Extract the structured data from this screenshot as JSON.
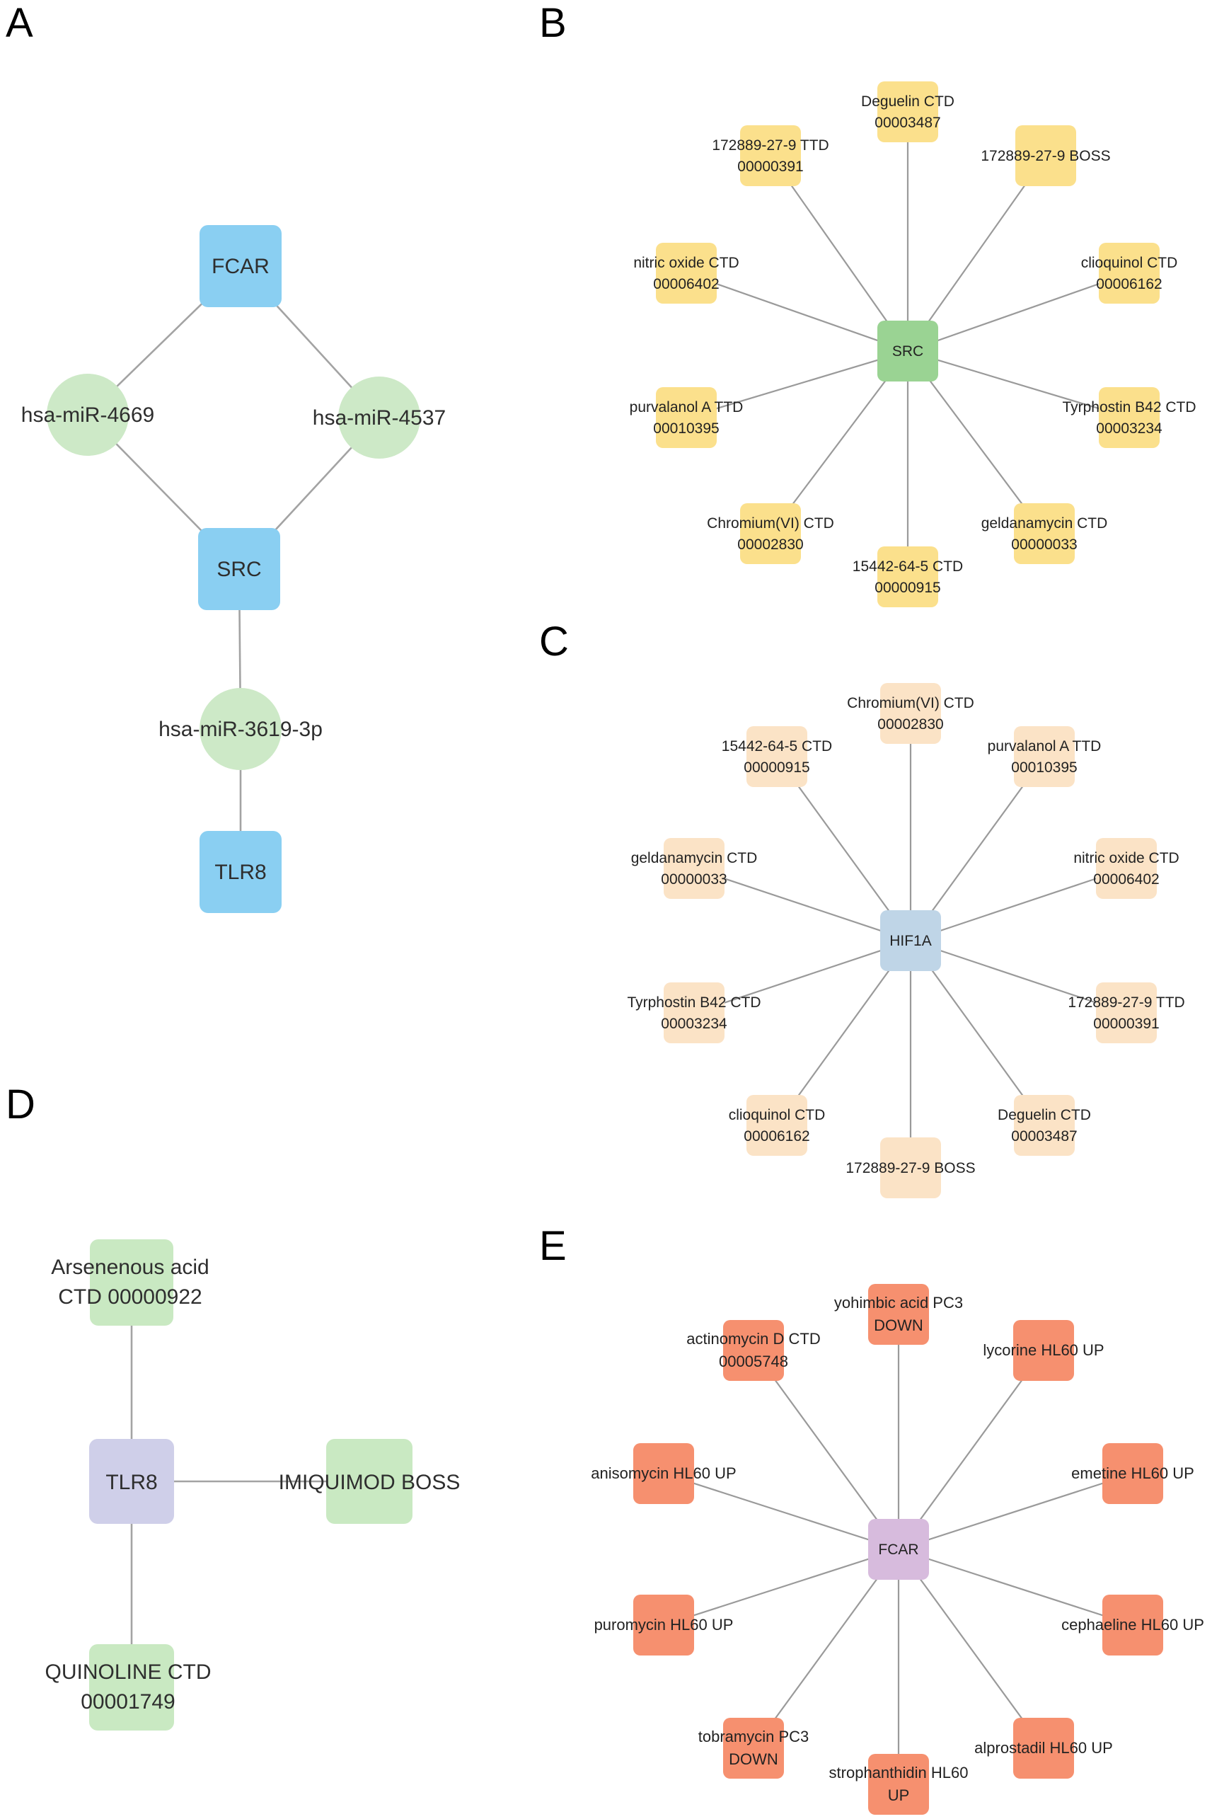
{
  "colors": {
    "gene_blue": "#8ACFF2",
    "mirna_green": "#CDE9C7",
    "drug_yellow": "#FBE08C",
    "src_green": "#9AD393",
    "drug_peach": "#FBE3C6",
    "hif_blue": "#BFD5E7",
    "tlr_lavender": "#CFCFE9",
    "drug_green": "#C9E9C2",
    "drug_orange": "#F6906F",
    "fcar_purple": "#D7BBDD"
  },
  "panels": {
    "A": {
      "label": "A",
      "nodes": {
        "fcar": "FCAR",
        "mir4669": "hsa-miR-4669",
        "mir4537": "hsa-miR-4537",
        "src": "SRC",
        "mir3619": "hsa-miR-3619-3p",
        "tlr8": "TLR8"
      }
    },
    "B": {
      "label": "B",
      "hub": "SRC",
      "drugs": [
        [
          "Deguelin CTD",
          "00003487"
        ],
        [
          "172889-27-9 BOSS"
        ],
        [
          "clioquinol CTD",
          "00006162"
        ],
        [
          "Tyrphostin B42 CTD",
          "00003234"
        ],
        [
          "geldanamycin CTD",
          "00000033"
        ],
        [
          "15442-64-5 CTD",
          "00000915"
        ],
        [
          "Chromium(VI) CTD",
          "00002830"
        ],
        [
          "purvalanol A TTD",
          "00010395"
        ],
        [
          "nitric oxide CTD",
          "00006402"
        ],
        [
          "172889-27-9 TTD",
          "00000391"
        ]
      ]
    },
    "C": {
      "label": "C",
      "hub": "HIF1A",
      "drugs": [
        [
          "Chromium(VI) CTD",
          "00002830"
        ],
        [
          "purvalanol A TTD",
          "00010395"
        ],
        [
          "nitric oxide CTD",
          "00006402"
        ],
        [
          "172889-27-9 TTD",
          "00000391"
        ],
        [
          "Deguelin CTD",
          "00003487"
        ],
        [
          "172889-27-9 BOSS"
        ],
        [
          "clioquinol CTD",
          "00006162"
        ],
        [
          "Tyrphostin B42 CTD",
          "00003234"
        ],
        [
          "geldanamycin CTD",
          "00000033"
        ],
        [
          "15442-64-5 CTD",
          "00000915"
        ]
      ]
    },
    "D": {
      "label": "D",
      "hub": "TLR8",
      "drugs": [
        [
          "Arsenenous acid",
          "CTD 00000922"
        ],
        [
          "IMIQUIMOD BOSS"
        ],
        [
          "QUINOLINE CTD",
          "00001749"
        ]
      ]
    },
    "E": {
      "label": "E",
      "hub": "FCAR",
      "drugs": [
        [
          "yohimbic acid PC3",
          "DOWN"
        ],
        [
          "lycorine HL60 UP"
        ],
        [
          "emetine HL60 UP"
        ],
        [
          "cephaeline HL60 UP"
        ],
        [
          "alprostadil HL60 UP"
        ],
        [
          "strophanthidin HL60",
          "UP"
        ],
        [
          "tobramycin PC3",
          "DOWN"
        ],
        [
          "puromycin HL60 UP"
        ],
        [
          "anisomycin HL60 UP"
        ],
        [
          "actinomycin D CTD",
          "00005748"
        ]
      ]
    }
  }
}
